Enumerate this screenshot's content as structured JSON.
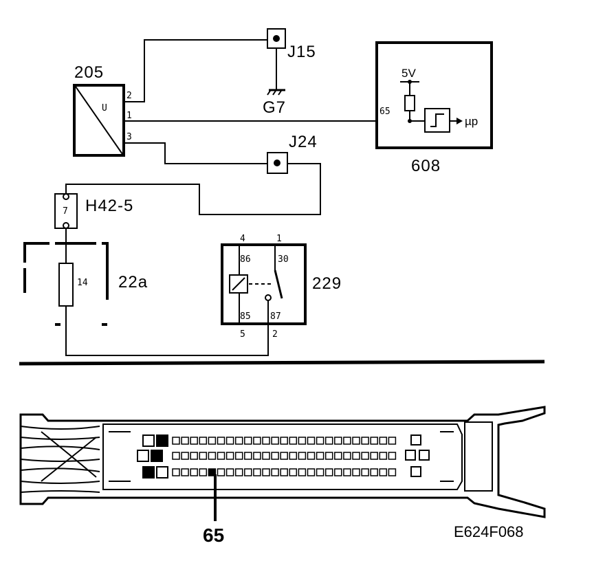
{
  "components": {
    "sensor": {
      "label": "205",
      "symbol": "U",
      "pins": [
        "2",
        "1",
        "3"
      ]
    },
    "ecu": {
      "label": "608",
      "supply": "5V",
      "pin": "65",
      "output": "µp"
    },
    "connector_j15": {
      "label": "J15"
    },
    "ground": {
      "label": "G7"
    },
    "connector_j24": {
      "label": "J24"
    },
    "connector_h42": {
      "label": "H42-5",
      "pin": "7"
    },
    "fusebox": {
      "label": "22a",
      "fuse": "14"
    },
    "relay": {
      "label": "229",
      "terminals": {
        "t86": "86",
        "t30": "30",
        "t85": "85",
        "t87": "87"
      },
      "pins": {
        "p4": "4",
        "p1": "1",
        "p5": "5",
        "p2": "2"
      }
    }
  },
  "connector_view": {
    "pin_callout": "65"
  },
  "figure_ref": "E624F068"
}
